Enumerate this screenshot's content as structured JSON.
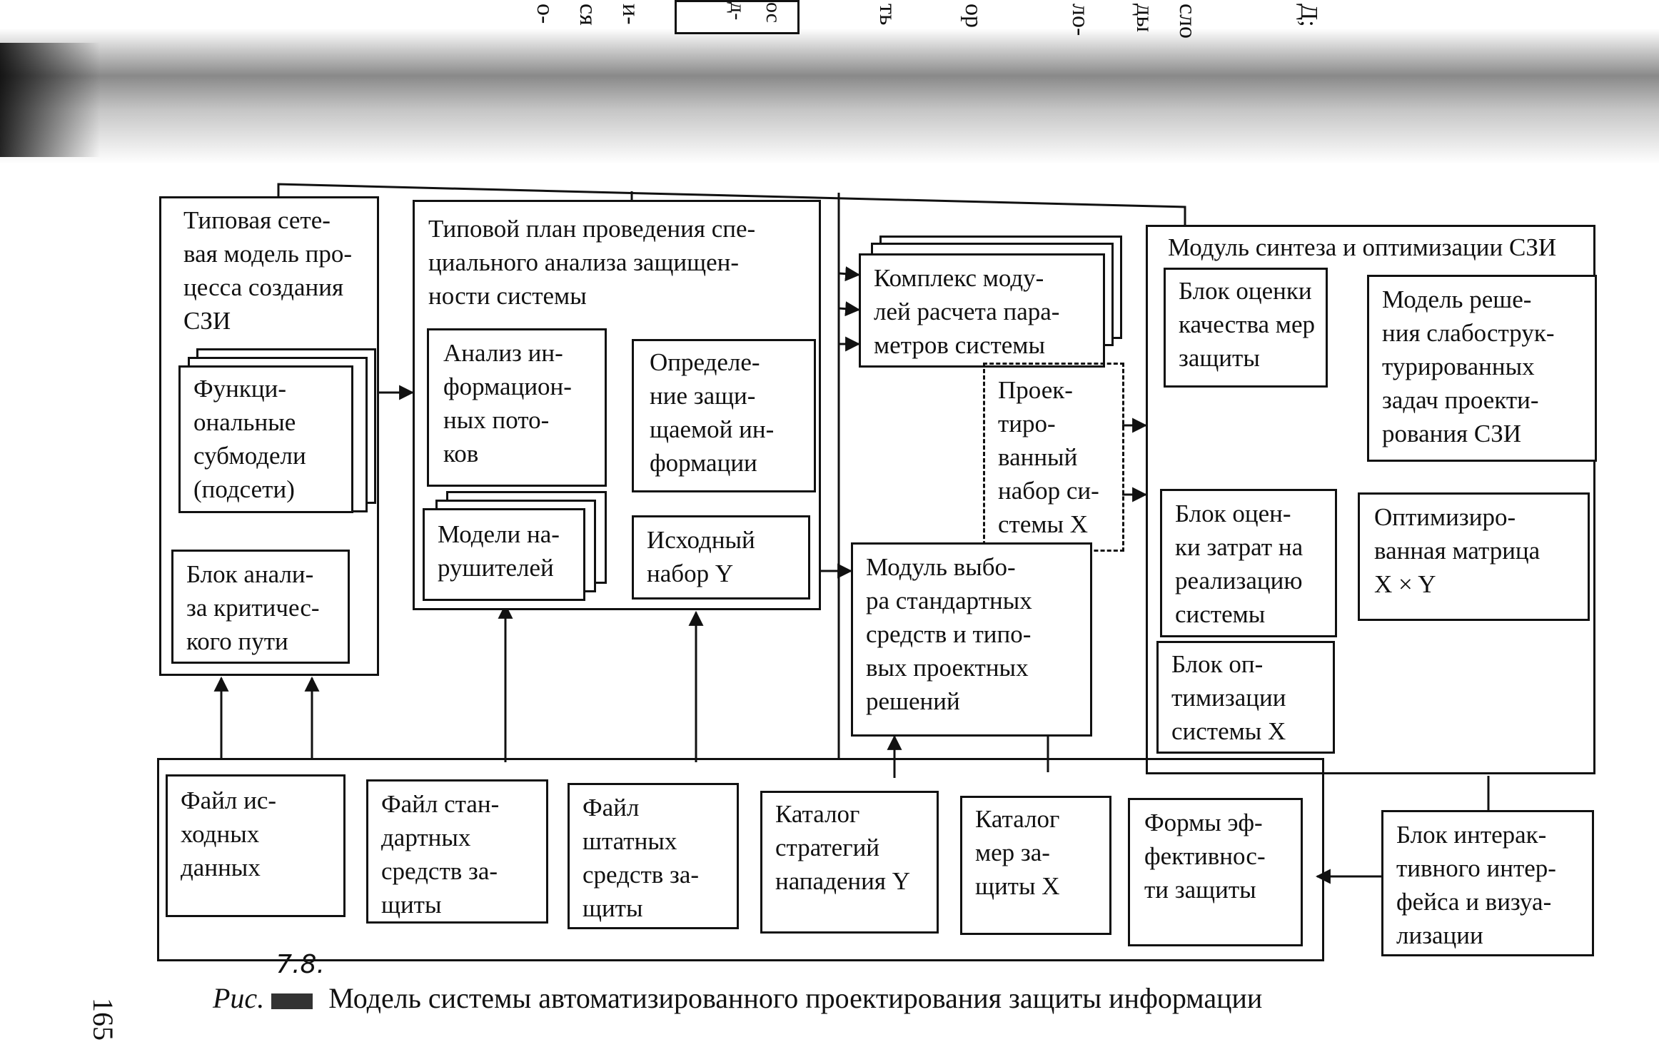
{
  "fragments": [
    "сло",
    "ды",
    "ло-",
    "ор",
    "ть",
    "ос",
    "д-",
    "и-",
    "ся",
    "о-",
    "Д;"
  ],
  "boxes": {
    "typical_network_model": "Типовая сете-\nвая модель про-\nцесса создания\nСЗИ",
    "functional_submodels": "Функци-\nональные\nсубмодели\n(подсети)",
    "critical_path_block": "Блок анали-\nза критичес-\nкого пути",
    "typical_plan": "Типовой план проведения спе-\nциального анализа защищен-\nности системы",
    "info_flow_analysis": "Анализ ин-\nформацион-\nных пото-\nков",
    "protected_info_definition": "Определе-\nние защи-\nщаемой ин-\nформации",
    "intruder_models": "Модели на-\nрушителей",
    "initial_set_y": "Исходный\nнабор Y",
    "calc_modules_complex": "Комплекс моду-\nлей расчета пара-\nметров системы",
    "designed_set_x": "Проек-\nтиро-\nванный\nнабор си-\nстемы X",
    "standard_means_module": "Модуль выбо-\nра стандартных\nсредств и типо-\nвых проектных\nрешений",
    "synthesis_module": "Модуль синтеза и оптимизации СЗИ",
    "quality_block": "Блок оценки\nкачества мер\nзащиты",
    "weakly_structured_model": "Модель реше-\nния слабострук-\nтурированных\nзадач проекти-\nрования СЗИ",
    "cost_block": "Блок оцен-\nки затрат на\nреализацию\nсистемы",
    "optimized_matrix": "Оптимизиро-\nванная матрица\nX × Y",
    "system_optimization_block": "Блок оп-\nтимизации\nсистемы X",
    "file_initial_data": "Файл ис-\nходных\nданных",
    "file_standard_means": "Файл стан-\nдартных\nсредств за-\nщиты",
    "file_staff_means": "Файл\nштатных\nсредств за-\nщиты",
    "catalog_attack_strategies": "Каталог\nстратегий\nнападения Y",
    "catalog_protection_measures": "Каталог\nмер за-\nщиты X",
    "efficiency_forms": "Формы эф-\nфективнос-\nти защиты",
    "interactive_interface_block": "Блок интерак-\nтивного интер-\nфейса и визуа-\nлизации"
  },
  "caption": {
    "prefix": "Рис.",
    "number": "7.8.",
    "text": "Модель системы автоматизированного проектирования защиты информации"
  },
  "page_number": "165"
}
